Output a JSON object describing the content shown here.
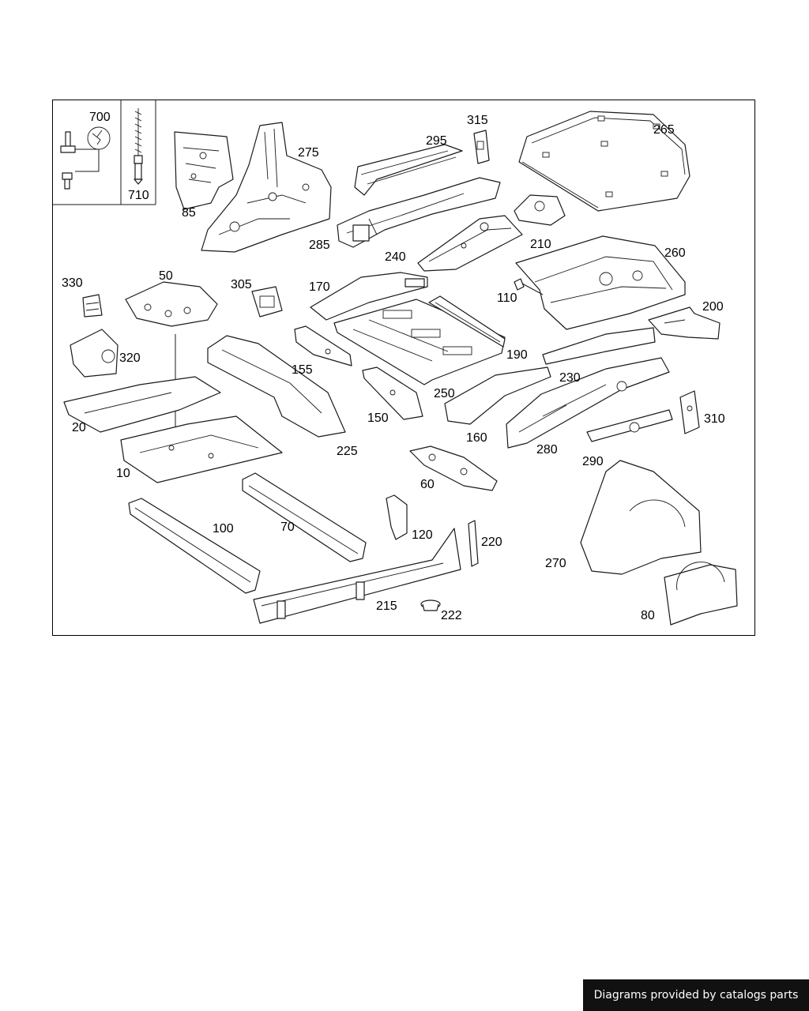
{
  "diagram": {
    "callouts": {
      "c700": "700",
      "c710": "710",
      "c85": "85",
      "c275": "275",
      "c285": "285",
      "c295": "295",
      "c315": "315",
      "c265": "265",
      "c210": "210",
      "c240": "240",
      "c260": "260",
      "c110": "110",
      "c170": "170",
      "c305": "305",
      "c50": "50",
      "c330": "330",
      "c320": "320",
      "c200": "200",
      "c190": "190",
      "c155": "155",
      "c230": "230",
      "c310": "310",
      "c250": "250",
      "c150": "150",
      "c160": "160",
      "c280": "280",
      "c290": "290",
      "c20": "20",
      "c225": "225",
      "c10": "10",
      "c60": "60",
      "c100": "100",
      "c70": "70",
      "c120": "120",
      "c220": "220",
      "c270": "270",
      "c215": "215",
      "c222": "222",
      "c80": "80"
    }
  },
  "footer": {
    "text": "Diagrams provided by catalogs parts"
  }
}
